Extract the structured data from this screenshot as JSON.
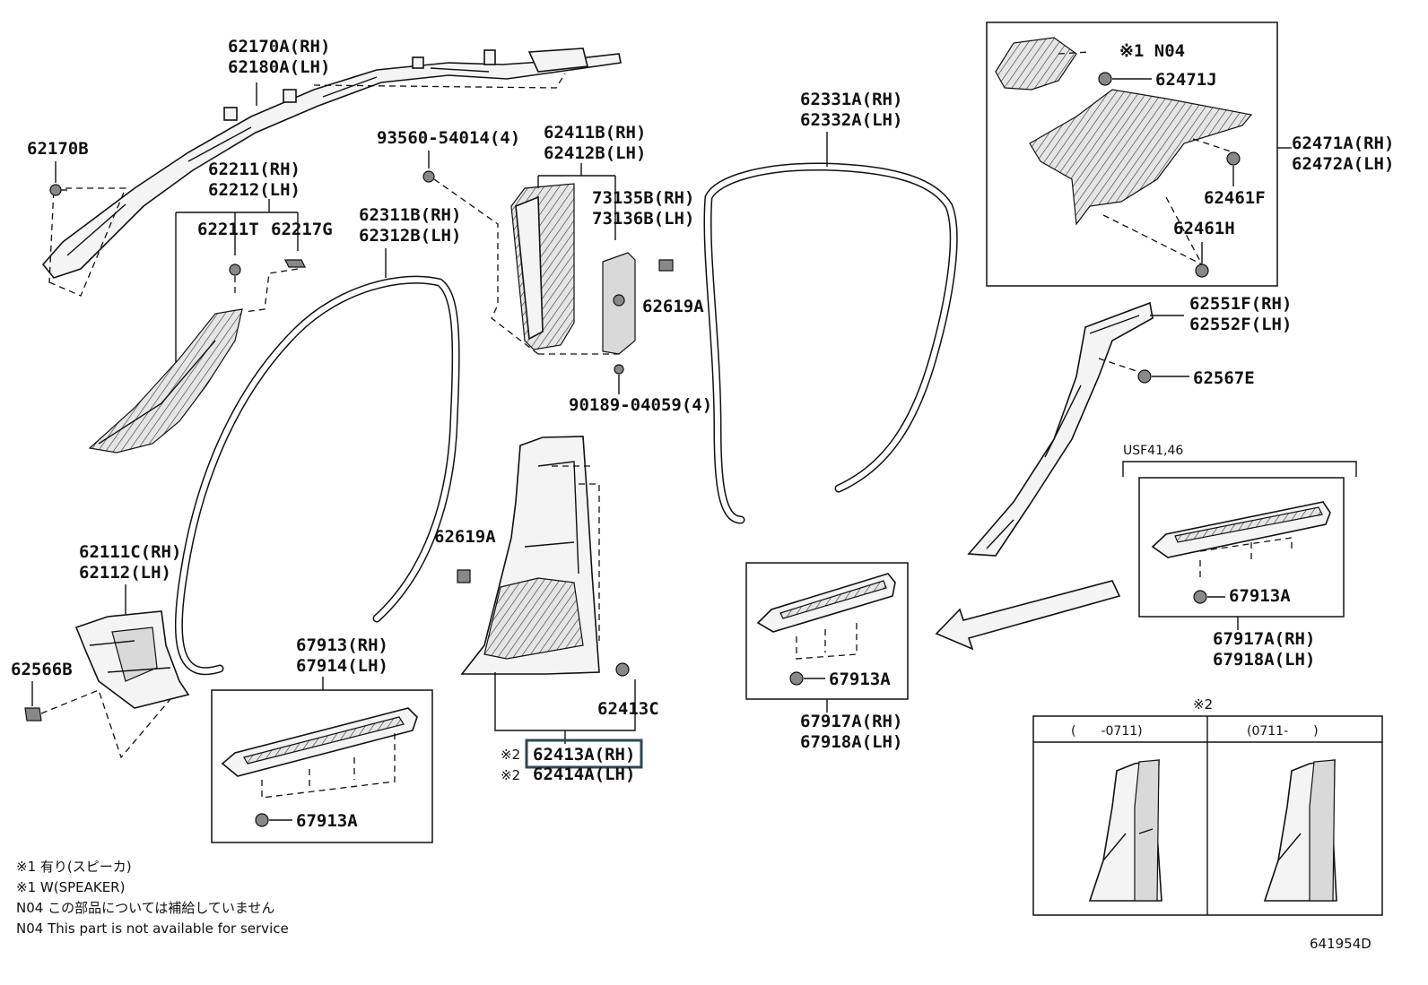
{
  "labels": {
    "p62170A": "62170A(RH)",
    "p62180A": "62180A(LH)",
    "p62170B": "62170B",
    "p62211": "62211(RH)",
    "p62212": "62212(LH)",
    "p62211T": "62211T",
    "p62217G": "62217G",
    "p93560": "93560-54014(4)",
    "p62411B": "62411B(RH)",
    "p62412B": "62412B(LH)",
    "p73135B": "73135B(RH)",
    "p73136B": "73136B(LH)",
    "p62619A_top": "62619A",
    "p90189": "90189-04059(4)",
    "p62311B": "62311B(RH)",
    "p62312B": "62312B(LH)",
    "p62331A": "62331A(RH)",
    "p62332A": "62332A(LH)",
    "p62111C": "62111C(RH)",
    "p62112": "62112(LH)",
    "p62566B": "62566B",
    "p62619A_mid": "62619A",
    "p62413C": "62413C",
    "p62413A": "62413A(RH)",
    "p62414A": "62414A(LH)",
    "mark1": "※1",
    "mark2a": "※2",
    "mark2b": "※2",
    "p67913": "67913(RH)",
    "p67914": "67914(LH)",
    "p67913A_left": "67913A",
    "p67913A_mid": "67913A",
    "p67917A_mid": "67917A(RH)",
    "p67918A_mid": "67918A(LH)",
    "pN04": "※1 N04",
    "p62471J": "62471J",
    "p62471A": "62471A(RH)",
    "p62472A": "62472A(LH)",
    "p62461F": "62461F",
    "p62461H": "62461H",
    "p62551F": "62551F(RH)",
    "p62552F": "62552F(LH)",
    "p62567E": "62567E",
    "usf": "USF41,46",
    "p67913A_right": "67913A",
    "p67917A_right": "67917A(RH)",
    "p67918A_right": "67918A(LH)",
    "detail_mark": "※2",
    "detail_col1": "(　　-0711)",
    "detail_col2": "(0711-　　)"
  },
  "notes": [
    "※1 有り(スピーカ)",
    "※1 W(SPEAKER)",
    "N04 この部品については補給していません",
    "N04 This part is not available for service"
  ],
  "figure_code": "641954D"
}
